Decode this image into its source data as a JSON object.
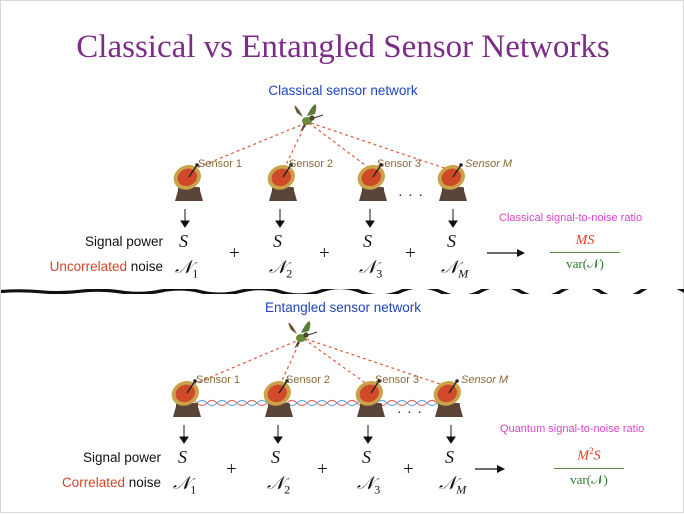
{
  "title": "Classical vs Entangled Sensor Networks",
  "classical": {
    "heading": "Classical sensor network",
    "sensors": [
      "Sensor 1",
      "Sensor 2",
      "Sensor 3",
      "Sensor M"
    ],
    "ellipsis": "· · ·",
    "signal_label": "Signal power",
    "noise_label_colored": "Uncorrelated",
    "noise_label_rest": " noise",
    "signal_symbol": "S",
    "noise_symbols": [
      "𝒩",
      "𝒩",
      "𝒩",
      "𝒩"
    ],
    "noise_subscripts": [
      "1",
      "2",
      "3",
      "M"
    ],
    "plus": "+",
    "snr_label": "Classical signal-to-noise ratio",
    "snr_numerator": "MS",
    "snr_denominator": "var(𝒩)"
  },
  "entangled": {
    "heading": "Entangled sensor network",
    "sensors": [
      "Sensor 1",
      "Sensor 2",
      "Sensor 3",
      "Sensor M"
    ],
    "ellipsis": "· · ·",
    "signal_label": "Signal power",
    "noise_label_colored": "Correlated",
    "noise_label_rest": " noise",
    "signal_symbol": "S",
    "noise_symbols": [
      "𝒩",
      "𝒩",
      "𝒩",
      "𝒩"
    ],
    "noise_subscripts": [
      "1",
      "2",
      "3",
      "M"
    ],
    "plus": "+",
    "snr_label": "Quantum signal-to-noise ratio",
    "snr_numerator_base": "M",
    "snr_numerator_exp": "2",
    "snr_numerator_tail": "S",
    "snr_denominator": "var(𝒩)"
  },
  "colors": {
    "title": "#7b2e86",
    "heading": "#2044b8",
    "dashed_lines": "#e05a3a",
    "snr_label": "#d844c8",
    "entanglement_red": "#e06a6a",
    "entanglement_blue": "#6aaee0"
  },
  "icons": {
    "bird": "hummingbird-icon",
    "sensor": "satellite-dish-icon"
  }
}
